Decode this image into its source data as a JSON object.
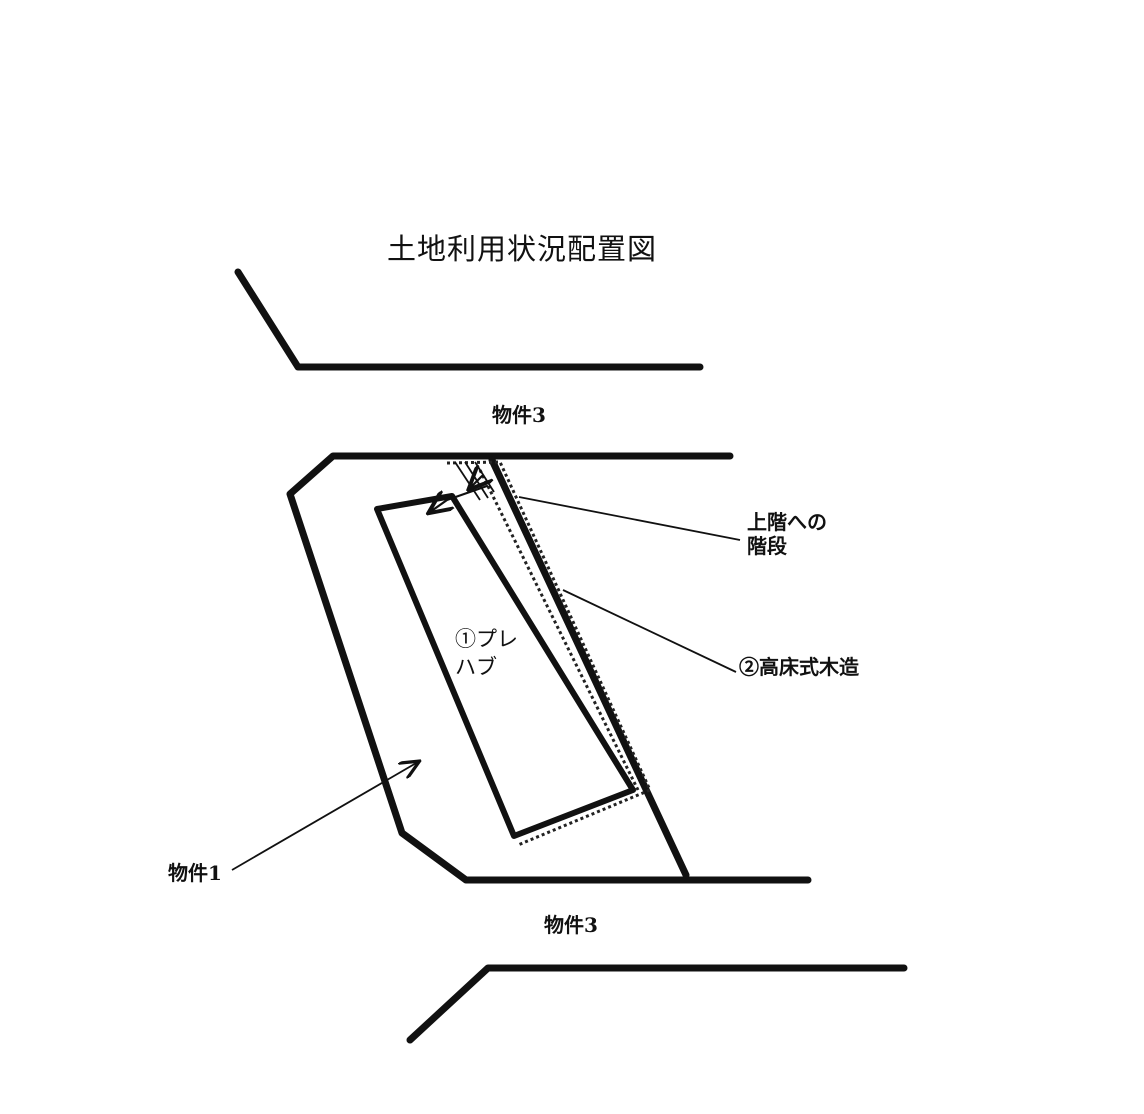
{
  "title": "土地利用状況配置図",
  "labels": {
    "property3_top": "物件3",
    "property3_bottom": "物件3",
    "property1": "物件1",
    "stairs_line1": "上階への",
    "stairs_line2": "階段",
    "wooden_raised": "②高床式木造",
    "prefab_line1": "①プレ",
    "prefab_line2": "ハブ"
  }
}
